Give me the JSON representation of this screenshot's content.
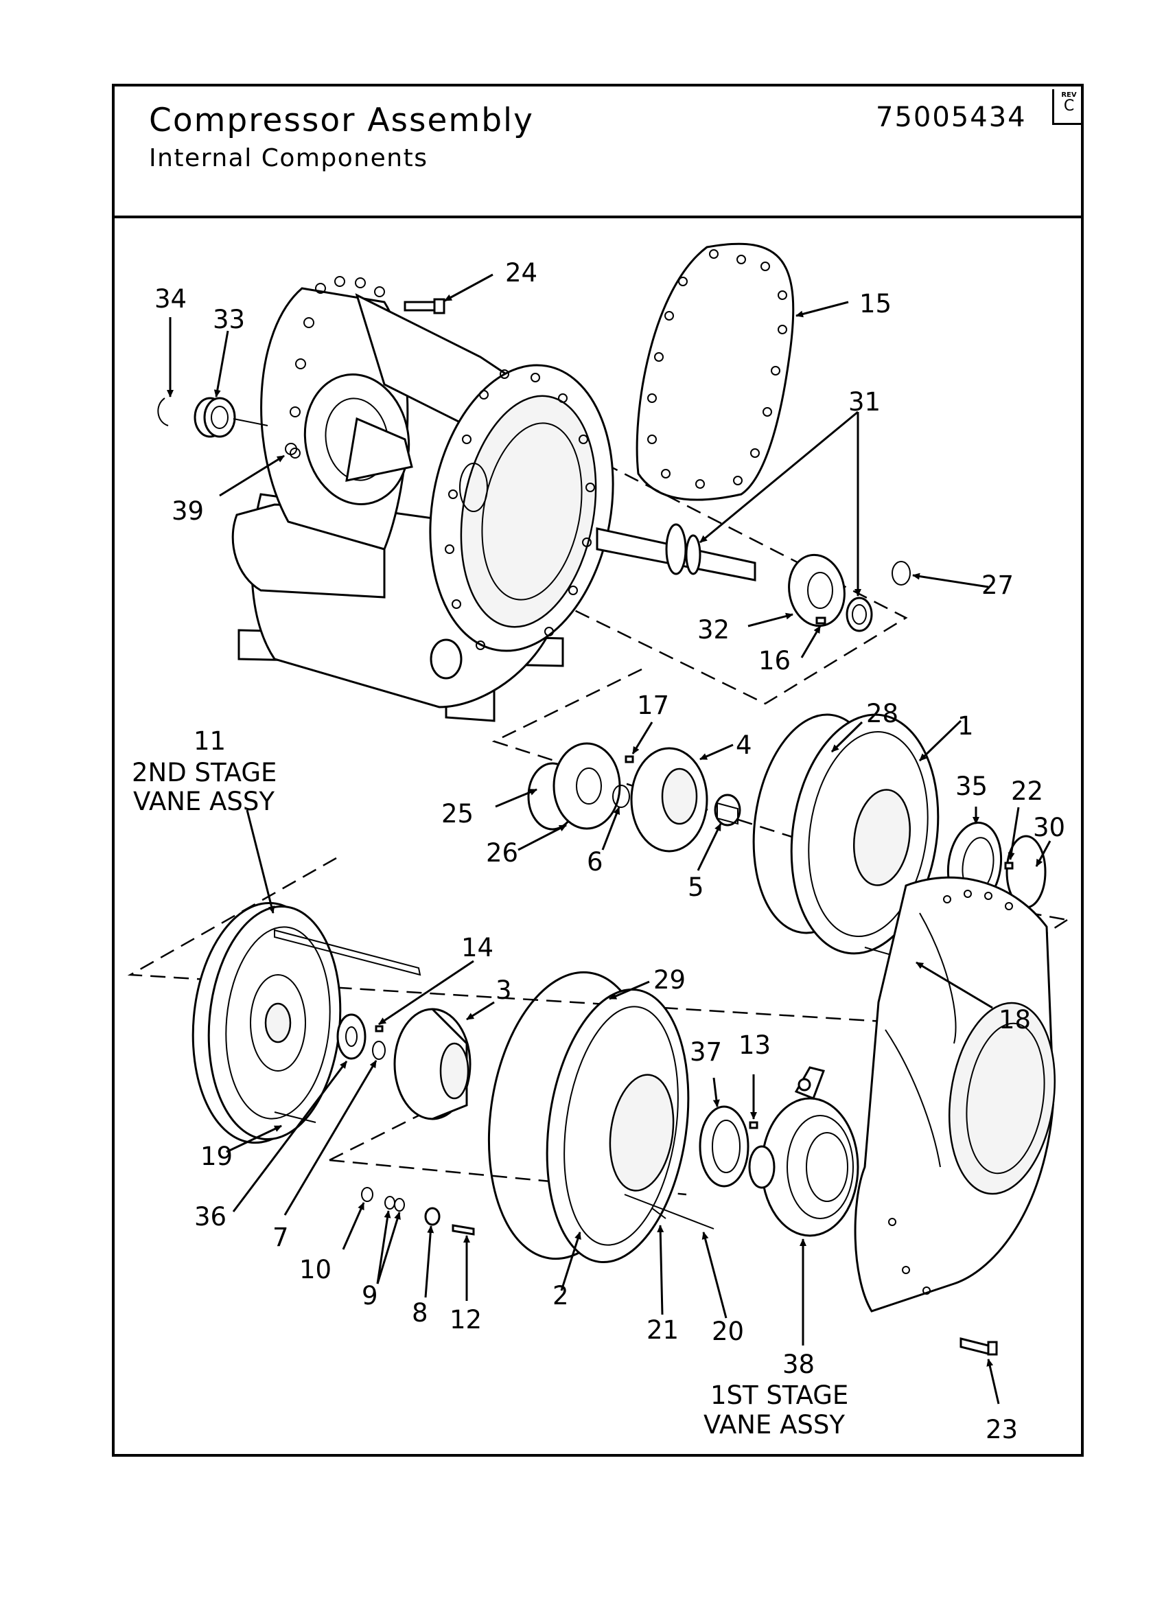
{
  "header": {
    "title": "Compressor Assembly",
    "subtitle": "Internal Components",
    "doc_number": "75005434",
    "rev_label": "REV",
    "rev_value": "C"
  },
  "callouts": [
    {
      "id": "1",
      "text": "1"
    },
    {
      "id": "2",
      "text": "2"
    },
    {
      "id": "3",
      "text": "3"
    },
    {
      "id": "4",
      "text": "4"
    },
    {
      "id": "5",
      "text": "5"
    },
    {
      "id": "6",
      "text": "6"
    },
    {
      "id": "7",
      "text": "7"
    },
    {
      "id": "8",
      "text": "8"
    },
    {
      "id": "9",
      "text": "9"
    },
    {
      "id": "10",
      "text": "10"
    },
    {
      "id": "11",
      "text": "11"
    },
    {
      "id": "12",
      "text": "12"
    },
    {
      "id": "13",
      "text": "13"
    },
    {
      "id": "14",
      "text": "14"
    },
    {
      "id": "15",
      "text": "15"
    },
    {
      "id": "16",
      "text": "16"
    },
    {
      "id": "17",
      "text": "17"
    },
    {
      "id": "18",
      "text": "18"
    },
    {
      "id": "19",
      "text": "19"
    },
    {
      "id": "20",
      "text": "20"
    },
    {
      "id": "21",
      "text": "21"
    },
    {
      "id": "22",
      "text": "22"
    },
    {
      "id": "23",
      "text": "23"
    },
    {
      "id": "24",
      "text": "24"
    },
    {
      "id": "25",
      "text": "25"
    },
    {
      "id": "26",
      "text": "26"
    },
    {
      "id": "27",
      "text": "27"
    },
    {
      "id": "28",
      "text": "28"
    },
    {
      "id": "29",
      "text": "29"
    },
    {
      "id": "30",
      "text": "30"
    },
    {
      "id": "31",
      "text": "31"
    },
    {
      "id": "32",
      "text": "32"
    },
    {
      "id": "33",
      "text": "33"
    },
    {
      "id": "34",
      "text": "34"
    },
    {
      "id": "35",
      "text": "35"
    },
    {
      "id": "36",
      "text": "36"
    },
    {
      "id": "37",
      "text": "37"
    },
    {
      "id": "38",
      "text": "38"
    },
    {
      "id": "39",
      "text": "39"
    }
  ],
  "labels": {
    "stage2_line1": "2ND STAGE",
    "stage2_line2": "VANE ASSY",
    "stage1_line1": "1ST STAGE",
    "stage1_line2": "VANE ASSY"
  }
}
